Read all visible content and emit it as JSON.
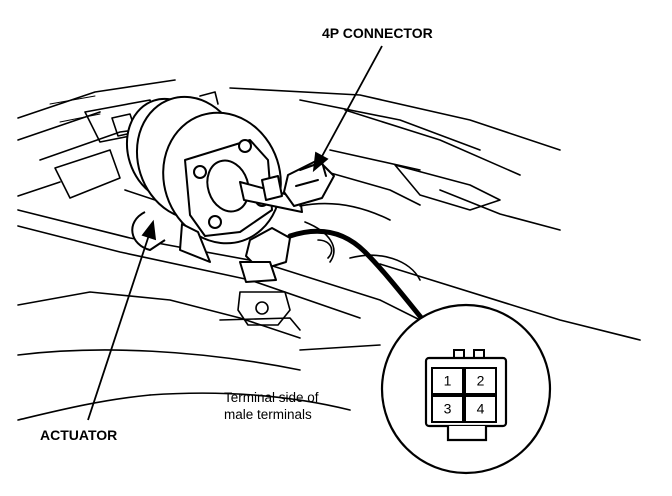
{
  "labels": {
    "connector": "4P CONNECTOR",
    "actuator": "ACTUATOR",
    "terminal_line1": "Terminal side of",
    "terminal_line2": "male terminals"
  },
  "connector_pins": [
    "1",
    "2",
    "3",
    "4"
  ],
  "colors": {
    "ink": "#000000",
    "paper": "#ffffff"
  }
}
